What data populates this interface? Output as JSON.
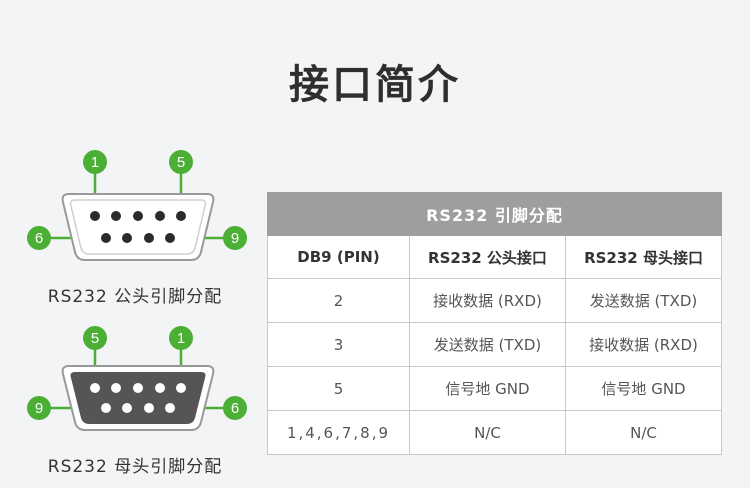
{
  "page": {
    "title": "接口简介"
  },
  "male_connector": {
    "caption": "RS232 公头引脚分配",
    "pin_labels": {
      "top_left": "1",
      "top_right": "5",
      "bottom_left": "6",
      "bottom_right": "9"
    },
    "shell_color": "#ffffff"
  },
  "female_connector": {
    "caption": "RS232 母头引脚分配",
    "pin_labels": {
      "top_left": "5",
      "top_right": "1",
      "bottom_left": "9",
      "bottom_right": "6"
    },
    "shell_color": "#555555"
  },
  "colors": {
    "accent_green": "#4caf35",
    "table_title_bg": "#9e9e9e"
  },
  "table": {
    "title": "RS232 引脚分配",
    "headers": [
      "DB9 (PIN)",
      "RS232 公头接口",
      "RS232 母头接口"
    ],
    "rows": [
      [
        "2",
        "接收数据 (RXD)",
        "发送数据 (TXD)"
      ],
      [
        "3",
        "发送数据 (TXD)",
        "接收数据 (RXD)"
      ],
      [
        "5",
        "信号地 GND",
        "信号地 GND"
      ],
      [
        "1,4,6,7,8,9",
        "N/C",
        "N/C"
      ]
    ]
  }
}
